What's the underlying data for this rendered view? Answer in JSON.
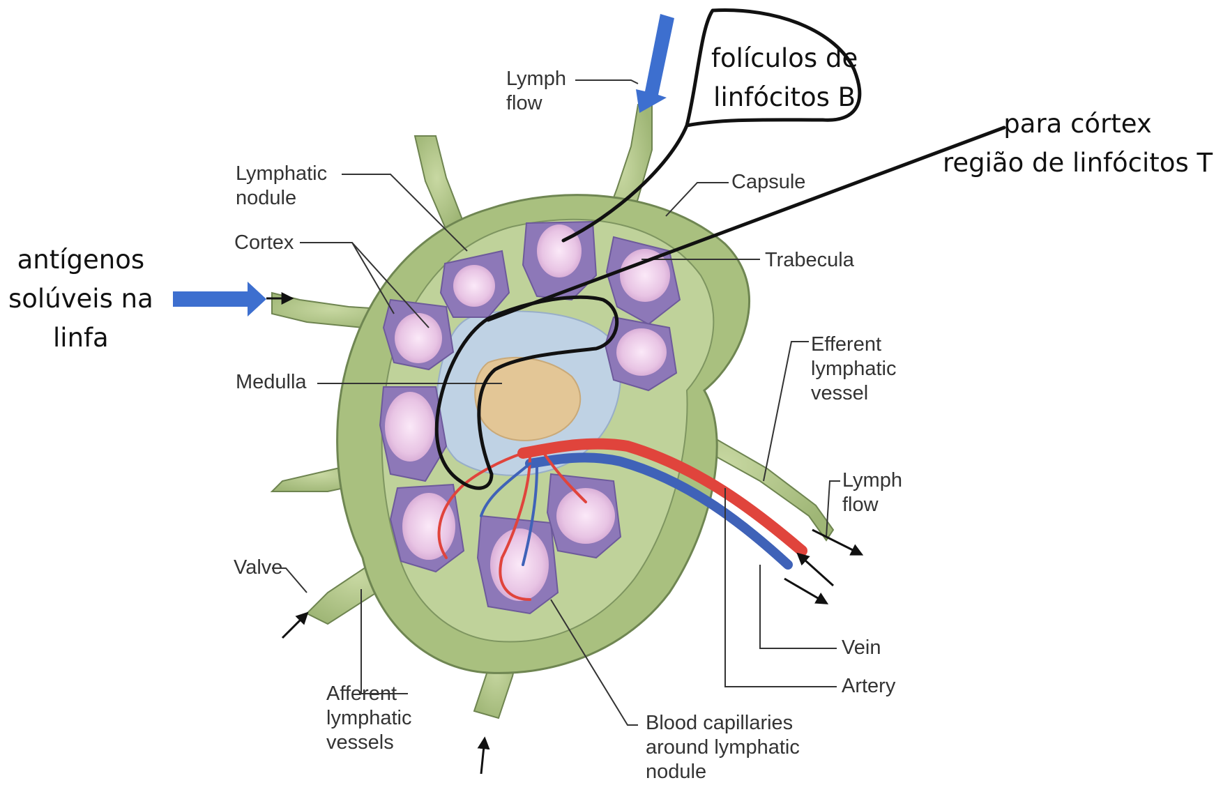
{
  "labels": {
    "lymph_flow_top": "Lymph\nflow",
    "lymphatic_nodule": "Lymphatic\nnodule",
    "cortex": "Cortex",
    "capsule": "Capsule",
    "trabecula": "Trabecula",
    "medulla": "Medulla",
    "efferent": "Efferent\nlymphatic\nvessel",
    "lymph_flow_right": "Lymph\nflow",
    "valve": "Valve",
    "vein": "Vein",
    "artery": "Artery",
    "afferent": "Afferent\nlymphatic\nvessels",
    "capillaries": "Blood capillaries\naround lymphatic\nnodule"
  },
  "annotations": {
    "bubble_text": "folículos de\nlinfócitos B",
    "cortex_note": "para córtex\nregião de linfócitos T",
    "antigen_note": "antígenos\nsolúveis na\nlinfa"
  },
  "colors": {
    "capsule_green": "#b5c98b",
    "vessel_green": "#a8bd80",
    "nodule_purple": "#8d78b8",
    "germinal_pink": "#e7c3e3",
    "medulla_blue": "#bfd2e4",
    "medulla_tan": "#e3c696",
    "artery_red": "#e0443c",
    "vein_blue": "#3f62b8",
    "arrow_blue": "#3d6fcf",
    "leader_gray": "#333333"
  }
}
